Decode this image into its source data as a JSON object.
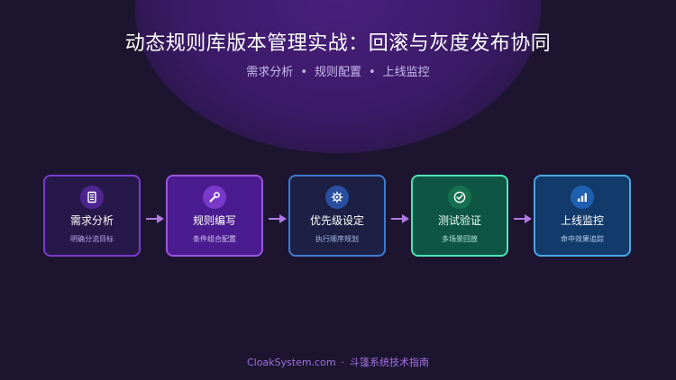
{
  "header": {
    "title": "动态规则库版本管理实战：回滚与灰度发布协同",
    "subtitle_items": [
      "需求分析",
      "规则配置",
      "上线监控"
    ],
    "subtitle_separator": "•"
  },
  "steps": [
    {
      "label": "需求分析",
      "desc": "明确分流目标",
      "icon": "document-icon",
      "accent": "#7a3ccc"
    },
    {
      "label": "规则编写",
      "desc": "条件组合配置",
      "icon": "wrench-icon",
      "accent": "#9b55e0"
    },
    {
      "label": "优先级设定",
      "desc": "执行顺序规划",
      "icon": "gear-icon",
      "accent": "#3f7ad0"
    },
    {
      "label": "测试验证",
      "desc": "多场景回放",
      "icon": "check-circle-icon",
      "accent": "#4ee3b5"
    },
    {
      "label": "上线监控",
      "desc": "命中效果追踪",
      "icon": "bar-chart-icon",
      "accent": "#46a9e2"
    }
  ],
  "arrow_color": "#b07ae6",
  "footer": {
    "site": "CloakSystem.com",
    "separator": "·",
    "guide": "斗篷系统技术指南"
  }
}
